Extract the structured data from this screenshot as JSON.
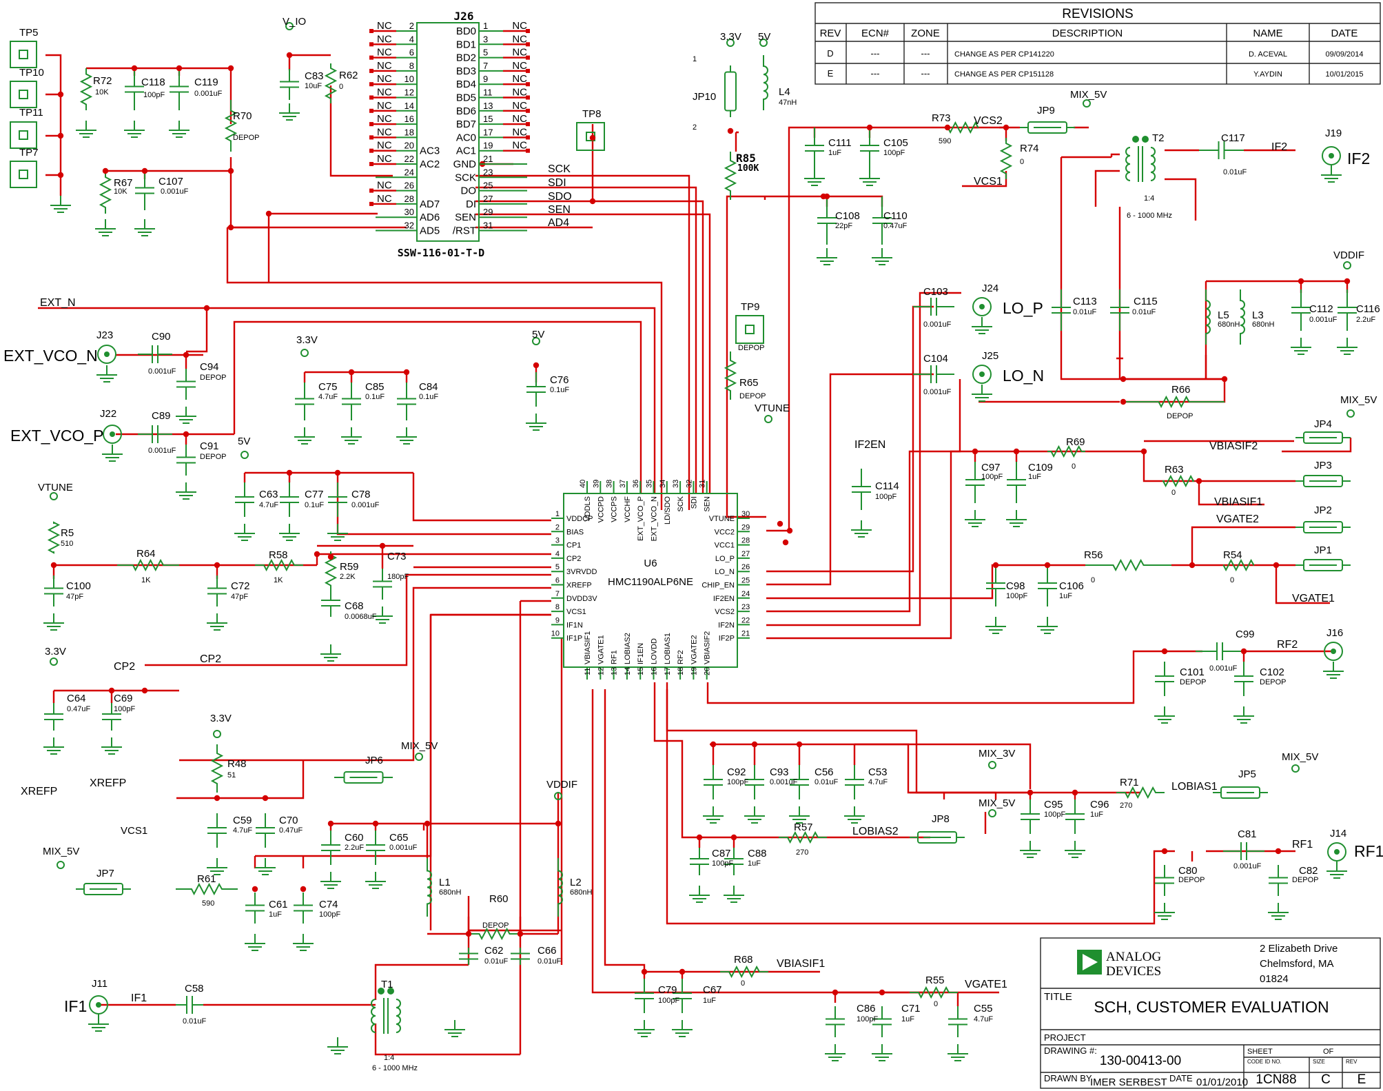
{
  "revisions": {
    "title": "REVISIONS",
    "headers": [
      "REV",
      "ECN#",
      "ZONE",
      "DESCRIPTION",
      "NAME",
      "DATE"
    ],
    "rows": [
      [
        "D",
        "---",
        "---",
        "CHANGE AS PER CP141220",
        "D. ACEVAL",
        "09/09/2014"
      ],
      [
        "E",
        "---",
        "---",
        "CHANGE AS PER CP151128",
        "Y.AYDIN",
        "10/01/2015"
      ]
    ]
  },
  "title_block": {
    "company_line1": "ANALOG",
    "company_line2": "DEVICES",
    "address1": "2 Elizabeth Drive",
    "address2": "Chelmsford, MA",
    "address3": "01824",
    "title_label": "TITLE",
    "title": "SCH, CUSTOMER EVALUATION",
    "project_label": "PROJECT",
    "drawing_label": "DRAWING #:",
    "drawing": "130-00413-00",
    "drawn_by_label": "DRAWN BY",
    "drawn_by": "IMER SERBEST",
    "date_label": "DATE",
    "date": "01/01/2010",
    "sheet_label": "SHEET",
    "of_label": "OF",
    "code_label": "CODE ID NO.",
    "code": "1CN88",
    "size_label": "SIZE",
    "size": "C",
    "rev_label": "REV",
    "rev": "E"
  },
  "ic": {
    "ref": "U6",
    "part": "HMC1190ALP6NE",
    "left_pins": [
      [
        "1",
        "VDDCP"
      ],
      [
        "2",
        "BIAS"
      ],
      [
        "3",
        "CP1"
      ],
      [
        "4",
        "CP2"
      ],
      [
        "5",
        "3VRVDD"
      ],
      [
        "6",
        "XREFP"
      ],
      [
        "7",
        "DVDD3V"
      ],
      [
        "8",
        "VCS1"
      ],
      [
        "9",
        "IF1N"
      ],
      [
        "10",
        "IF1P"
      ]
    ],
    "right_pins": [
      [
        "30",
        "VTUNE"
      ],
      [
        "29",
        "VCC2"
      ],
      [
        "28",
        "VCC1"
      ],
      [
        "27",
        "LO_P"
      ],
      [
        "26",
        "LO_N"
      ],
      [
        "25",
        "CHIP_EN"
      ],
      [
        "24",
        "IF2EN"
      ],
      [
        "23",
        "VCS2"
      ],
      [
        "22",
        "IF2N"
      ],
      [
        "21",
        "IF2P"
      ]
    ],
    "top_pins": [
      [
        "40",
        "VDDLS"
      ],
      [
        "39",
        "VCCPD"
      ],
      [
        "38",
        "VCCPS"
      ],
      [
        "37",
        "VCCHF"
      ],
      [
        "36",
        "EXT_VCO_P"
      ],
      [
        "35",
        "EXT_VCO_N"
      ],
      [
        "34",
        "LD/SDO"
      ],
      [
        "33",
        "SCK"
      ],
      [
        "32",
        "SDI"
      ],
      [
        "31",
        "SEN"
      ]
    ],
    "bottom_pins": [
      [
        "11",
        "VBIASIF1"
      ],
      [
        "12",
        "VGATE1"
      ],
      [
        "13",
        "RF1"
      ],
      [
        "14",
        "LOBIAS2"
      ],
      [
        "15",
        "IF1EN"
      ],
      [
        "16",
        "LOVDD"
      ],
      [
        "17",
        "LOBIAS1"
      ],
      [
        "18",
        "RF2"
      ],
      [
        "19",
        "VGATE2"
      ],
      [
        "20",
        "VBIASIF2"
      ]
    ]
  },
  "connector": {
    "ref": "J26",
    "part": "SSW-116-01-T-D",
    "left": [
      [
        "NC",
        "2"
      ],
      [
        "NC",
        "4"
      ],
      [
        "NC",
        "6"
      ],
      [
        "NC",
        "8"
      ],
      [
        "NC",
        "10"
      ],
      [
        "NC",
        "12"
      ],
      [
        "NC",
        "14"
      ],
      [
        "NC",
        "16"
      ],
      [
        "NC",
        "18"
      ],
      [
        "NC",
        "20"
      ],
      [
        "NC",
        "22"
      ],
      [
        "",
        "24"
      ],
      [
        "NC",
        "26"
      ],
      [
        "NC",
        "28"
      ],
      [
        "",
        "30"
      ],
      [
        "",
        "32"
      ]
    ],
    "inner_left": [
      "",
      "",
      "",
      "",
      "",
      "",
      "",
      "",
      "",
      "AC3",
      "AC2",
      "",
      "",
      "AD7",
      "AD6",
      "AD5"
    ],
    "inner_right": [
      "BD0",
      "BD1",
      "BD2",
      "BD3",
      "BD4",
      "BD5",
      "BD6",
      "BD7",
      "AC0",
      "AC1",
      "GND",
      "SCK",
      "DO",
      "DI",
      "SEN",
      "/RST"
    ],
    "right": [
      [
        "1",
        "NC"
      ],
      [
        "3",
        "NC"
      ],
      [
        "5",
        "NC"
      ],
      [
        "7",
        "NC"
      ],
      [
        "9",
        "NC"
      ],
      [
        "11",
        "NC"
      ],
      [
        "13",
        "NC"
      ],
      [
        "15",
        "NC"
      ],
      [
        "17",
        "NC"
      ],
      [
        "19",
        "NC"
      ],
      [
        "21",
        ""
      ],
      [
        "23",
        ""
      ],
      [
        "25",
        ""
      ],
      [
        "27",
        ""
      ],
      [
        "29",
        ""
      ],
      [
        "31",
        ""
      ]
    ]
  },
  "labels": [
    {
      "id": "tp5",
      "t": "TP5"
    },
    {
      "id": "tp10",
      "t": "TP10"
    },
    {
      "id": "tp11",
      "t": "TP11"
    },
    {
      "id": "tp7",
      "t": "TP7"
    },
    {
      "id": "tp8",
      "t": "TP8"
    },
    {
      "id": "tp9",
      "t": "TP9"
    },
    {
      "id": "tp9d",
      "t": "DEPOP"
    },
    {
      "id": "vio",
      "t": "V_IO"
    },
    {
      "id": "r72",
      "t": "R72"
    },
    {
      "id": "r72v",
      "t": "10K"
    },
    {
      "id": "c118",
      "t": "C118"
    },
    {
      "id": "c118v",
      "t": "100pF"
    },
    {
      "id": "c119",
      "t": "C119"
    },
    {
      "id": "c119v",
      "t": "0.001uF"
    },
    {
      "id": "r70",
      "t": "R70"
    },
    {
      "id": "r70v",
      "t": "DEPOP"
    },
    {
      "id": "r67",
      "t": "R67"
    },
    {
      "id": "r67v",
      "t": "10K"
    },
    {
      "id": "c107",
      "t": "C107"
    },
    {
      "id": "c107v",
      "t": "0.001uF"
    },
    {
      "id": "c83",
      "t": "C83"
    },
    {
      "id": "c83v",
      "t": "10uF"
    },
    {
      "id": "r62",
      "t": "R62"
    },
    {
      "id": "r62v",
      "t": "0"
    },
    {
      "id": "sck",
      "t": "SCK"
    },
    {
      "id": "sdi",
      "t": "SDI"
    },
    {
      "id": "sdo",
      "t": "SDO"
    },
    {
      "id": "sen",
      "t": "SEN"
    },
    {
      "id": "ad4",
      "t": "AD4"
    },
    {
      "id": "v33a",
      "t": "3.3V"
    },
    {
      "id": "v5a",
      "t": "5V"
    },
    {
      "id": "jp10",
      "t": "JP10"
    },
    {
      "id": "l4",
      "t": "L4"
    },
    {
      "id": "l4v",
      "t": "47nH"
    },
    {
      "id": "r85",
      "t": "R85"
    },
    {
      "id": "r85v",
      "t": "100K"
    },
    {
      "id": "c111",
      "t": "C111"
    },
    {
      "id": "c111v",
      "t": "1uF"
    },
    {
      "id": "c105",
      "t": "C105"
    },
    {
      "id": "c105v",
      "t": "100pF"
    },
    {
      "id": "c108",
      "t": "C108"
    },
    {
      "id": "c108v",
      "t": "22pF"
    },
    {
      "id": "c110",
      "t": "C110"
    },
    {
      "id": "c110v",
      "t": "0.47uF"
    },
    {
      "id": "r73",
      "t": "R73"
    },
    {
      "id": "r73v",
      "t": "590"
    },
    {
      "id": "vcs2",
      "t": "VCS2"
    },
    {
      "id": "jp9",
      "t": "JP9"
    },
    {
      "id": "mix5a",
      "t": "MIX_5V"
    },
    {
      "id": "r74",
      "t": "R74"
    },
    {
      "id": "r74v",
      "t": "0"
    },
    {
      "id": "vcs1a",
      "t": "VCS1"
    },
    {
      "id": "t2",
      "t": "T2"
    },
    {
      "id": "t2r",
      "t": "1:4"
    },
    {
      "id": "t2f",
      "t": "6 - 1000 MHz"
    },
    {
      "id": "c117",
      "t": "C117"
    },
    {
      "id": "c117v",
      "t": "0.01uF"
    },
    {
      "id": "if2n",
      "t": "IF2"
    },
    {
      "id": "j19",
      "t": "J19"
    },
    {
      "id": "if2",
      "t": "IF2"
    },
    {
      "id": "extn",
      "t": "EXT_N"
    },
    {
      "id": "j23",
      "t": "J23"
    },
    {
      "id": "extvcon",
      "t": "EXT_VCO_N"
    },
    {
      "id": "c90",
      "t": "C90"
    },
    {
      "id": "c90v",
      "t": "0.001uF"
    },
    {
      "id": "c94",
      "t": "C94"
    },
    {
      "id": "c94v",
      "t": "DEPOP"
    },
    {
      "id": "j22",
      "t": "J22"
    },
    {
      "id": "extvcop",
      "t": "EXT_VCO_P"
    },
    {
      "id": "c89",
      "t": "C89"
    },
    {
      "id": "c89v",
      "t": "0.001uF"
    },
    {
      "id": "c91",
      "t": "C91"
    },
    {
      "id": "c91v",
      "t": "DEPOP"
    },
    {
      "id": "v33b",
      "t": "3.3V"
    },
    {
      "id": "c75",
      "t": "C75"
    },
    {
      "id": "c75v",
      "t": "4.7uF"
    },
    {
      "id": "c85",
      "t": "C85"
    },
    {
      "id": "c85v",
      "t": "0.1uF"
    },
    {
      "id": "c84",
      "t": "C84"
    },
    {
      "id": "c84v",
      "t": "0.1uF"
    },
    {
      "id": "v5b",
      "t": "5V"
    },
    {
      "id": "c76",
      "t": "C76"
    },
    {
      "id": "c76v",
      "t": "0.1uF"
    },
    {
      "id": "r65",
      "t": "R65"
    },
    {
      "id": "r65v",
      "t": "DEPOP"
    },
    {
      "id": "vtune1",
      "t": "VTUNE"
    },
    {
      "id": "if2en",
      "t": "IF2EN"
    },
    {
      "id": "c114",
      "t": "C114"
    },
    {
      "id": "c114v",
      "t": "100pF"
    },
    {
      "id": "c103",
      "t": "C103"
    },
    {
      "id": "c103v",
      "t": "0.001uF"
    },
    {
      "id": "j24",
      "t": "J24"
    },
    {
      "id": "lop",
      "t": "LO_P"
    },
    {
      "id": "c104",
      "t": "C104"
    },
    {
      "id": "c104v",
      "t": "0.001uF"
    },
    {
      "id": "j25",
      "t": "J25"
    },
    {
      "id": "lon",
      "t": "LO_N"
    },
    {
      "id": "c113",
      "t": "C113"
    },
    {
      "id": "c113v",
      "t": "0.01uF"
    },
    {
      "id": "c115",
      "t": "C115"
    },
    {
      "id": "c115v",
      "t": "0.01uF"
    },
    {
      "id": "l5",
      "t": "L5"
    },
    {
      "id": "l5v",
      "t": "680nH"
    },
    {
      "id": "l3",
      "t": "L3"
    },
    {
      "id": "l3v",
      "t": "680nH"
    },
    {
      "id": "vddif1",
      "t": "VDDIF"
    },
    {
      "id": "c112",
      "t": "C112"
    },
    {
      "id": "c112v",
      "t": "0.001uF"
    },
    {
      "id": "c116",
      "t": "C116"
    },
    {
      "id": "c116v",
      "t": "2.2uF"
    },
    {
      "id": "r66",
      "t": "R66"
    },
    {
      "id": "r66v",
      "t": "DEPOP"
    },
    {
      "id": "v5c",
      "t": "5V"
    },
    {
      "id": "c63",
      "t": "C63"
    },
    {
      "id": "c63v",
      "t": "4.7uF"
    },
    {
      "id": "c77",
      "t": "C77"
    },
    {
      "id": "c77v",
      "t": "0.1uF"
    },
    {
      "id": "c78",
      "t": "C78"
    },
    {
      "id": "c78v",
      "t": "0.001uF"
    },
    {
      "id": "vtune2",
      "t": "VTUNE"
    },
    {
      "id": "r5",
      "t": "R5"
    },
    {
      "id": "r5v",
      "t": "510"
    },
    {
      "id": "r64",
      "t": "R64"
    },
    {
      "id": "r64v",
      "t": "1K"
    },
    {
      "id": "r58",
      "t": "R58"
    },
    {
      "id": "r58v",
      "t": "1K"
    },
    {
      "id": "r59",
      "t": "R59"
    },
    {
      "id": "r59v",
      "t": "2.2K"
    },
    {
      "id": "c73",
      "t": "C73"
    },
    {
      "id": "c73v",
      "t": "180pF"
    },
    {
      "id": "c100",
      "t": "C100"
    },
    {
      "id": "c100v",
      "t": "47pF"
    },
    {
      "id": "c72",
      "t": "C72"
    },
    {
      "id": "c72v",
      "t": "47pF"
    },
    {
      "id": "c68",
      "t": "C68"
    },
    {
      "id": "c68v",
      "t": "0.0068uF"
    },
    {
      "id": "v33c",
      "t": "3.3V"
    },
    {
      "id": "cp2a",
      "t": "CP2"
    },
    {
      "id": "cp2b",
      "t": "CP2"
    },
    {
      "id": "c64",
      "t": "C64"
    },
    {
      "id": "c64v",
      "t": "0.47uF"
    },
    {
      "id": "c69",
      "t": "C69"
    },
    {
      "id": "c69v",
      "t": "100pF"
    },
    {
      "id": "r69",
      "t": "R69"
    },
    {
      "id": "r69v",
      "t": "0"
    },
    {
      "id": "vbiasif2",
      "t": "VBIASIF2"
    },
    {
      "id": "mix5b",
      "t": "MIX_5V"
    },
    {
      "id": "jp4",
      "t": "JP4"
    },
    {
      "id": "c97",
      "t": "C97"
    },
    {
      "id": "c97v",
      "t": "100pF"
    },
    {
      "id": "c109",
      "t": "C109"
    },
    {
      "id": "c109v",
      "t": "1uF"
    },
    {
      "id": "r63",
      "t": "R63"
    },
    {
      "id": "r63v",
      "t": "0"
    },
    {
      "id": "jp3",
      "t": "JP3"
    },
    {
      "id": "vbiasif1a",
      "t": "VBIASIF1"
    },
    {
      "id": "vgate2",
      "t": "VGATE2"
    },
    {
      "id": "jp2",
      "t": "JP2"
    },
    {
      "id": "r56",
      "t": "R56"
    },
    {
      "id": "r56v",
      "t": "0"
    },
    {
      "id": "r54",
      "t": "R54"
    },
    {
      "id": "r54v",
      "t": "0"
    },
    {
      "id": "jp1",
      "t": "JP1"
    },
    {
      "id": "c98",
      "t": "C98"
    },
    {
      "id": "c98v",
      "t": "100pF"
    },
    {
      "id": "c106",
      "t": "C106"
    },
    {
      "id": "c106v",
      "t": "1uF"
    },
    {
      "id": "vgate1a",
      "t": "VGATE1"
    },
    {
      "id": "c99",
      "t": "C99"
    },
    {
      "id": "c99v",
      "t": "0.001uF"
    },
    {
      "id": "rf2n",
      "t": "RF2"
    },
    {
      "id": "j16",
      "t": "J16"
    },
    {
      "id": "c101",
      "t": "C101"
    },
    {
      "id": "c101v",
      "t": "DEPOP"
    },
    {
      "id": "c102",
      "t": "C102"
    },
    {
      "id": "c102v",
      "t": "DEPOP"
    },
    {
      "id": "v33d",
      "t": "3.3V"
    },
    {
      "id": "r48",
      "t": "R48"
    },
    {
      "id": "r48v",
      "t": "51"
    },
    {
      "id": "xrefpa",
      "t": "XREFP"
    },
    {
      "id": "xrefpb",
      "t": "XREFP"
    },
    {
      "id": "c59",
      "t": "C59"
    },
    {
      "id": "c59v",
      "t": "4.7uF"
    },
    {
      "id": "c70",
      "t": "C70"
    },
    {
      "id": "c70v",
      "t": "0.47uF"
    },
    {
      "id": "jp6",
      "t": "JP6"
    },
    {
      "id": "mix5c",
      "t": "MIX_5V"
    },
    {
      "id": "vddif2",
      "t": "VDDIF"
    },
    {
      "id": "c60",
      "t": "C60"
    },
    {
      "id": "c60v",
      "t": "2.2uF"
    },
    {
      "id": "c65",
      "t": "C65"
    },
    {
      "id": "c65v",
      "t": "0.001uF"
    },
    {
      "id": "l1",
      "t": "L1"
    },
    {
      "id": "l1v",
      "t": "680nH"
    },
    {
      "id": "l2",
      "t": "L2"
    },
    {
      "id": "l2v",
      "t": "680nH"
    },
    {
      "id": "r60",
      "t": "R60"
    },
    {
      "id": "r60v",
      "t": "DEPOP"
    },
    {
      "id": "c62",
      "t": "C62"
    },
    {
      "id": "c62v",
      "t": "0.01uF"
    },
    {
      "id": "c66",
      "t": "C66"
    },
    {
      "id": "c66v",
      "t": "0.01uF"
    },
    {
      "id": "vcs1b",
      "t": "VCS1"
    },
    {
      "id": "mix5d",
      "t": "MIX_5V"
    },
    {
      "id": "jp7",
      "t": "JP7"
    },
    {
      "id": "r61",
      "t": "R61"
    },
    {
      "id": "r61v",
      "t": "590"
    },
    {
      "id": "c61",
      "t": "C61"
    },
    {
      "id": "c61v",
      "t": "1uF"
    },
    {
      "id": "c74",
      "t": "C74"
    },
    {
      "id": "c74v",
      "t": "100pF"
    },
    {
      "id": "j11",
      "t": "J11"
    },
    {
      "id": "if1",
      "t": "IF1"
    },
    {
      "id": "if1n",
      "t": "IF1"
    },
    {
      "id": "c58",
      "t": "C58"
    },
    {
      "id": "c58v",
      "t": "0.01uF"
    },
    {
      "id": "t1",
      "t": "T1"
    },
    {
      "id": "t1r",
      "t": "1:4"
    },
    {
      "id": "t1f",
      "t": "6 - 1000 MHz"
    },
    {
      "id": "c92",
      "t": "C92"
    },
    {
      "id": "c92v",
      "t": "100pF"
    },
    {
      "id": "c93",
      "t": "C93"
    },
    {
      "id": "c93v",
      "t": "0.001uF"
    },
    {
      "id": "c56",
      "t": "C56"
    },
    {
      "id": "c56v",
      "t": "0.01uF"
    },
    {
      "id": "c53",
      "t": "C53"
    },
    {
      "id": "c53v",
      "t": "4.7uF"
    },
    {
      "id": "mix3",
      "t": "MIX_3V"
    },
    {
      "id": "c95",
      "t": "C95"
    },
    {
      "id": "c95v",
      "t": "100pF"
    },
    {
      "id": "c96",
      "t": "C96"
    },
    {
      "id": "c96v",
      "t": "1uF"
    },
    {
      "id": "r71",
      "t": "R71"
    },
    {
      "id": "r71v",
      "t": "270"
    },
    {
      "id": "lobias1",
      "t": "LOBIAS1"
    },
    {
      "id": "jp5",
      "t": "JP5"
    },
    {
      "id": "mix5e",
      "t": "MIX_5V"
    },
    {
      "id": "c87",
      "t": "C87"
    },
    {
      "id": "c87v",
      "t": "100pF"
    },
    {
      "id": "c88",
      "t": "C88"
    },
    {
      "id": "c88v",
      "t": "1uF"
    },
    {
      "id": "r57",
      "t": "R57"
    },
    {
      "id": "r57v",
      "t": "270"
    },
    {
      "id": "lobias2",
      "t": "LOBIAS2"
    },
    {
      "id": "jp8",
      "t": "JP8"
    },
    {
      "id": "mix5f",
      "t": "MIX_5V"
    },
    {
      "id": "c81",
      "t": "C81"
    },
    {
      "id": "c81v",
      "t": "0.001uF"
    },
    {
      "id": "rf1n",
      "t": "RF1"
    },
    {
      "id": "j14",
      "t": "J14"
    },
    {
      "id": "rf1",
      "t": "RF1"
    },
    {
      "id": "c80",
      "t": "C80"
    },
    {
      "id": "c80v",
      "t": "DEPOP"
    },
    {
      "id": "c82",
      "t": "C82"
    },
    {
      "id": "c82v",
      "t": "DEPOP"
    },
    {
      "id": "c79",
      "t": "C79"
    },
    {
      "id": "c79v",
      "t": "100pF"
    },
    {
      "id": "c67",
      "t": "C67"
    },
    {
      "id": "c67v",
      "t": "1uF"
    },
    {
      "id": "r68",
      "t": "R68"
    },
    {
      "id": "r68v",
      "t": "0"
    },
    {
      "id": "vbiasif1b",
      "t": "VBIASIF1"
    },
    {
      "id": "c86",
      "t": "C86"
    },
    {
      "id": "c86v",
      "t": "100pF"
    },
    {
      "id": "c71",
      "t": "C71"
    },
    {
      "id": "c71v",
      "t": "1uF"
    },
    {
      "id": "r55",
      "t": "R55"
    },
    {
      "id": "r55v",
      "t": "0"
    },
    {
      "id": "vgate1b",
      "t": "VGATE1"
    },
    {
      "id": "c55",
      "t": "C55"
    },
    {
      "id": "c55v",
      "t": "4.7uF"
    },
    {
      "id": "j1",
      "t": "1"
    },
    {
      "id": "j2",
      "t": "2"
    }
  ]
}
